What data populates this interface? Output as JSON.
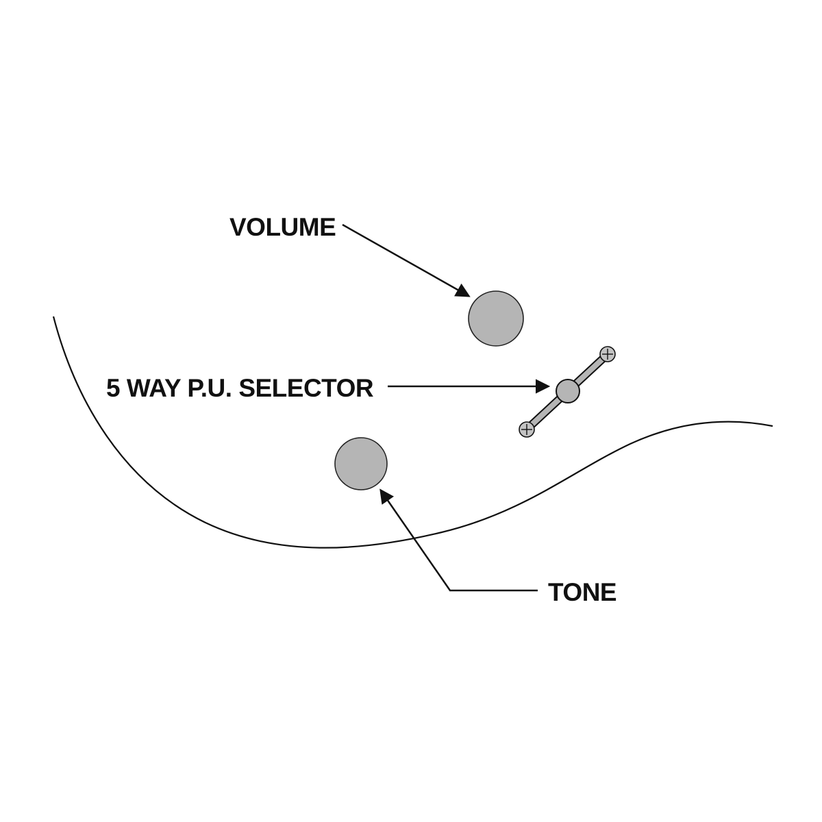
{
  "diagram": {
    "title": "Guitar controls diagram",
    "labels": {
      "volume": "VOLUME",
      "selector": "5 WAY P.U. SELECTOR",
      "tone": "TONE"
    },
    "components": {
      "volume_knob": "volume control knob",
      "tone_knob": "tone control knob",
      "pickup_selector": "5 way pickup selector switch"
    },
    "colors": {
      "background": "#ffffff",
      "knob_fill": "#b5b5b5",
      "screw_fill": "#c3c3c3",
      "outline": "#111111",
      "text": "#111111"
    }
  }
}
